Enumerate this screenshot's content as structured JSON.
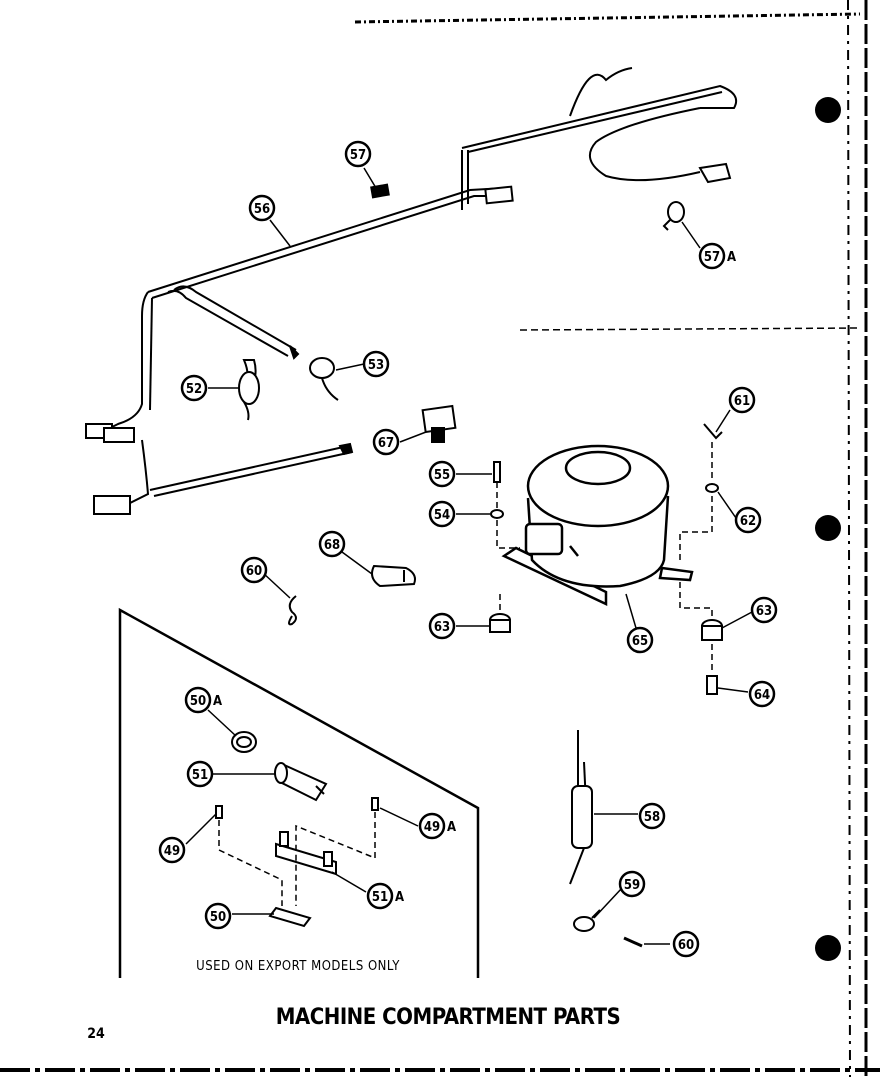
{
  "title": "MACHINE COMPARTMENT PARTS",
  "page_number": "24",
  "export_note": "USED ON EXPORT MODELS ONLY",
  "colors": {
    "ink": "#000000",
    "paper": "#ffffff",
    "part_fill": "#f2f2f2"
  },
  "callouts": [
    {
      "id": "57",
      "label": "57",
      "suffix": ""
    },
    {
      "id": "56",
      "label": "56",
      "suffix": ""
    },
    {
      "id": "57A",
      "label": "57",
      "suffix": "A"
    },
    {
      "id": "52",
      "label": "52",
      "suffix": ""
    },
    {
      "id": "53",
      "label": "53",
      "suffix": ""
    },
    {
      "id": "67",
      "label": "67",
      "suffix": ""
    },
    {
      "id": "61",
      "label": "61",
      "suffix": ""
    },
    {
      "id": "55",
      "label": "55",
      "suffix": ""
    },
    {
      "id": "54",
      "label": "54",
      "suffix": ""
    },
    {
      "id": "62",
      "label": "62",
      "suffix": ""
    },
    {
      "id": "68",
      "label": "68",
      "suffix": ""
    },
    {
      "id": "60a",
      "label": "60",
      "suffix": ""
    },
    {
      "id": "63a",
      "label": "63",
      "suffix": ""
    },
    {
      "id": "65",
      "label": "65",
      "suffix": ""
    },
    {
      "id": "63b",
      "label": "63",
      "suffix": ""
    },
    {
      "id": "64",
      "label": "64",
      "suffix": ""
    },
    {
      "id": "50A",
      "label": "50",
      "suffix": "A"
    },
    {
      "id": "51",
      "label": "51",
      "suffix": ""
    },
    {
      "id": "49",
      "label": "49",
      "suffix": ""
    },
    {
      "id": "49A",
      "label": "49",
      "suffix": "A"
    },
    {
      "id": "51A",
      "label": "51",
      "suffix": "A"
    },
    {
      "id": "50",
      "label": "50",
      "suffix": ""
    },
    {
      "id": "58",
      "label": "58",
      "suffix": ""
    },
    {
      "id": "59",
      "label": "59",
      "suffix": ""
    },
    {
      "id": "60b",
      "label": "60",
      "suffix": ""
    }
  ]
}
